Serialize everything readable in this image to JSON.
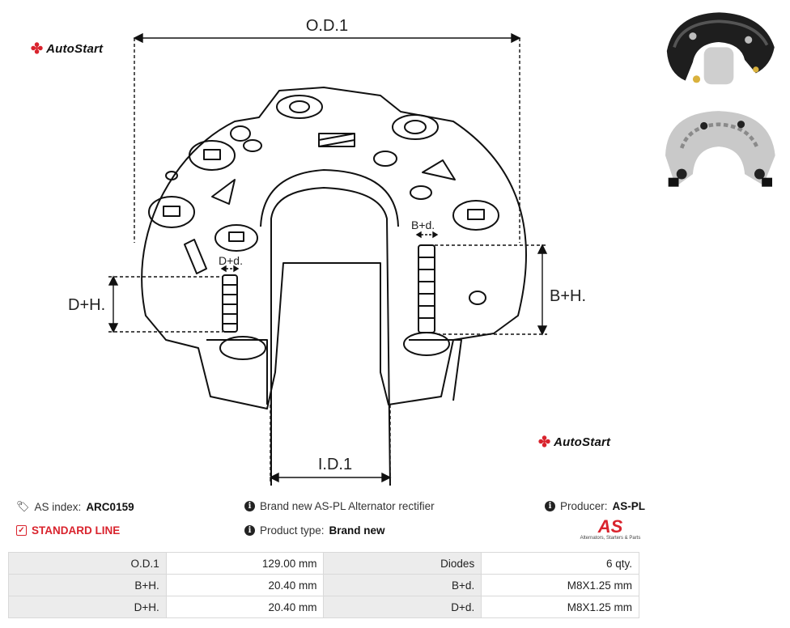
{
  "brand": {
    "logo_text": "AutoStart",
    "accent": "#d9232d"
  },
  "drawing": {
    "od_label": "O.D.1",
    "id_label": "I.D.1",
    "bh_label": "B+H.",
    "dh_label": "D+H.",
    "bd_label": "B+d.",
    "dd_label": "D+d."
  },
  "info": {
    "as_index_label": "AS index:",
    "as_index_value": "ARC0159",
    "standard_line": "STANDARD LINE",
    "description": "Brand new AS-PL Alternator rectifier",
    "product_type_label": "Product type:",
    "product_type_value": "Brand new",
    "producer_label": "Producer:",
    "producer_value": "AS-PL",
    "producer_logo": "AS",
    "producer_tagline": "Alternators, Starters & Parts"
  },
  "specs": [
    {
      "k1": "O.D.1",
      "v1": "129.00 mm",
      "k2": "Diodes",
      "v2": "6 qty."
    },
    {
      "k1": "B+H.",
      "v1": "20.40 mm",
      "k2": "B+d.",
      "v2": "M8X1.25 mm"
    },
    {
      "k1": "D+H.",
      "v1": "20.40 mm",
      "k2": "D+d.",
      "v2": "M8X1.25 mm"
    }
  ]
}
